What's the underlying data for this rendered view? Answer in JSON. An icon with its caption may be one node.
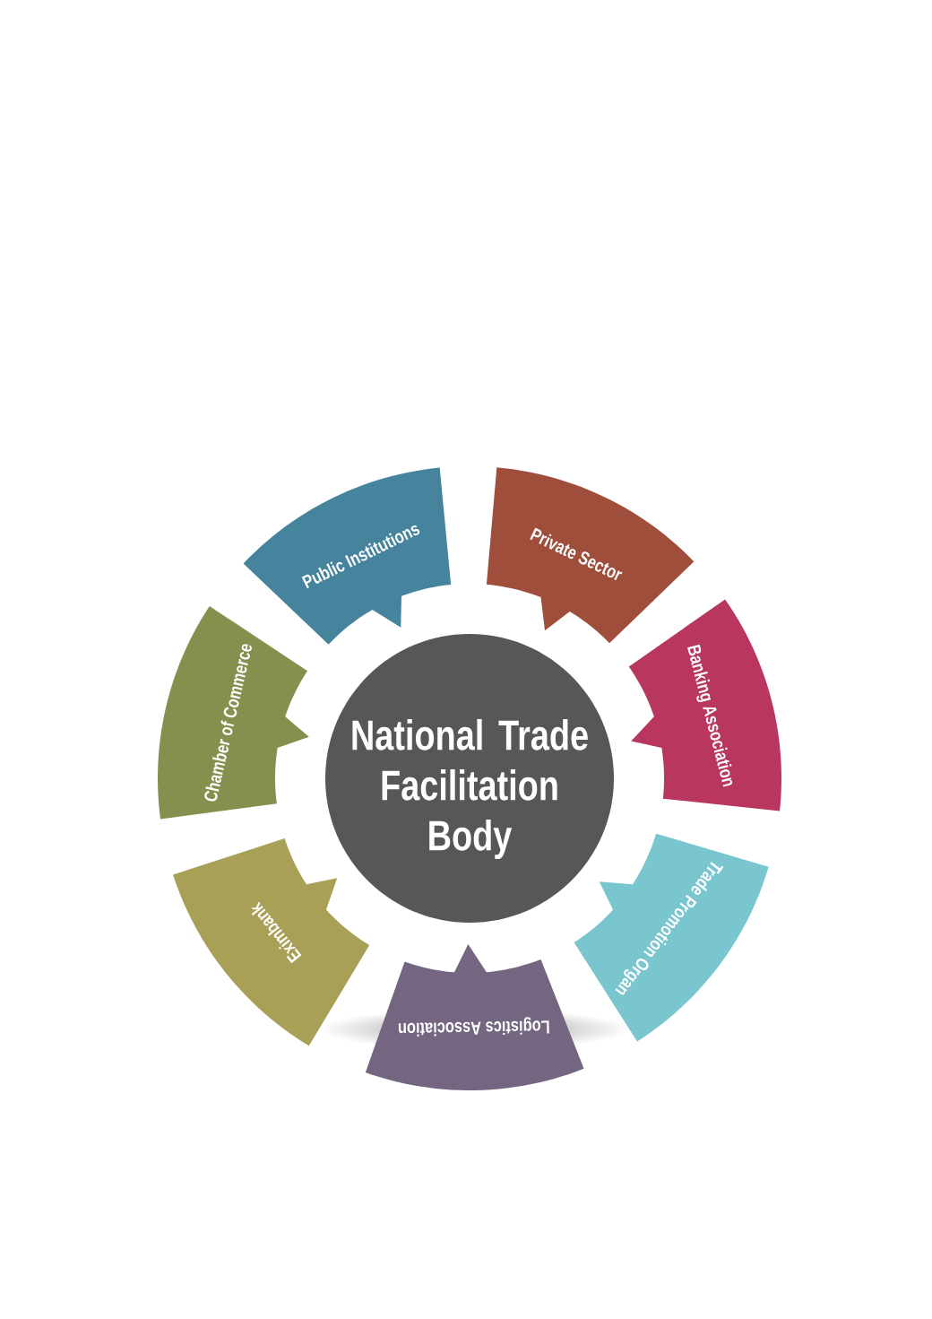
{
  "diagram": {
    "nodes": [
      {
        "text": [
          "National Trade Facilitation Body"
        ]
      },
      {
        "text": [
          "Public Institutions"
        ]
      },
      {
        "text": [
          "Private Sector"
        ]
      },
      {
        "text": [
          "Banking Association"
        ]
      },
      {
        "text": [
          "Trade Promotion Organ"
        ]
      },
      {
        "text": [
          "Logistics Association"
        ]
      },
      {
        "text": [
          "Eximbank"
        ]
      },
      {
        "text": [
          "Chamber of Commerce"
        ]
      }
    ]
  }
}
